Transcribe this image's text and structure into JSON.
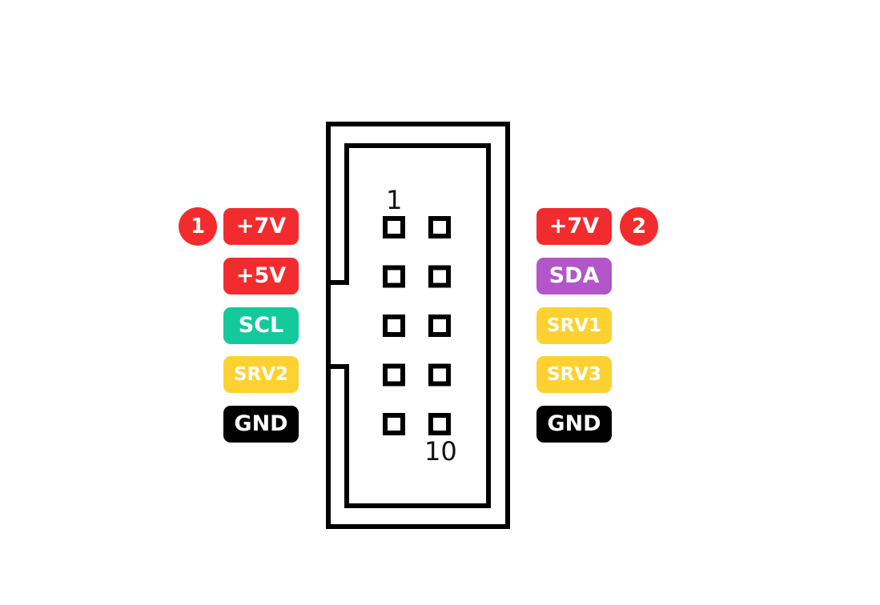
{
  "colors": {
    "power": "#f22c2e",
    "i2c_clock": "#14c99b",
    "i2c_data": "#b256c9",
    "servo": "#fdd131",
    "ground": "#000000",
    "outline": "#000000"
  },
  "connector": {
    "first_pin_number": "1",
    "last_pin_number": "10",
    "rows": 5,
    "columns": 2
  },
  "left_labels": [
    {
      "text": "+7V",
      "kind": "power"
    },
    {
      "text": "+5V",
      "kind": "power"
    },
    {
      "text": "SCL",
      "kind": "i2c_clock"
    },
    {
      "text": "SRV2",
      "kind": "servo"
    },
    {
      "text": "GND",
      "kind": "ground"
    }
  ],
  "right_labels": [
    {
      "text": "+7V",
      "kind": "power"
    },
    {
      "text": "SDA",
      "kind": "i2c_data"
    },
    {
      "text": "SRV1",
      "kind": "servo"
    },
    {
      "text": "SRV3",
      "kind": "servo"
    },
    {
      "text": "GND",
      "kind": "ground"
    }
  ],
  "badges": {
    "left": "1",
    "right": "2"
  }
}
